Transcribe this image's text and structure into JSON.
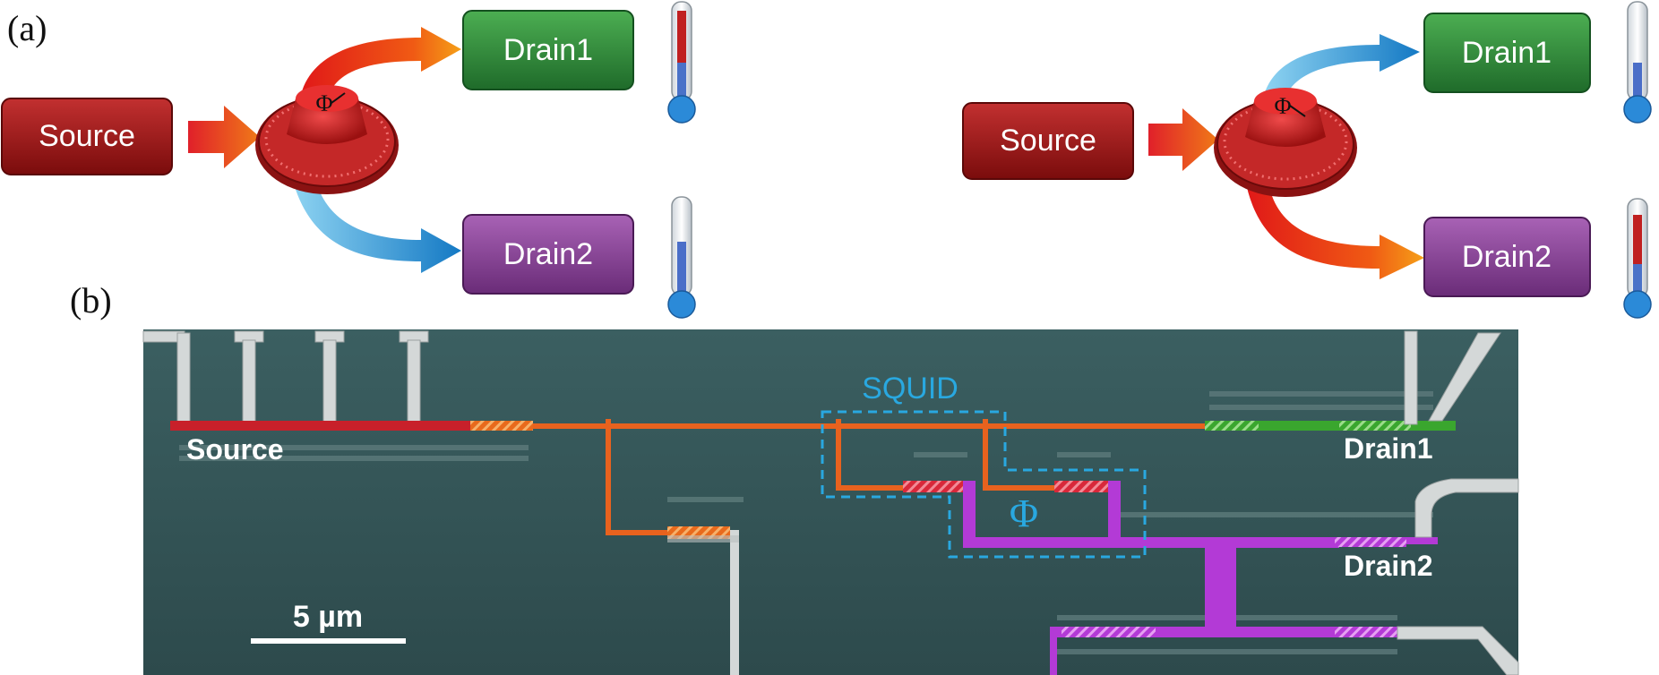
{
  "panel_a": {
    "label": "(a)",
    "left": {
      "source": "Source",
      "drain1": "Drain1",
      "drain2": "Drain2",
      "phi": "Φ"
    },
    "right": {
      "source": "Source",
      "drain1": "Drain1",
      "drain2": "Drain2",
      "phi": "Φ"
    }
  },
  "panel_b": {
    "label": "(b)",
    "source": "Source",
    "drain1": "Drain1",
    "drain2": "Drain2",
    "squid": "SQUID",
    "phi": "Φ",
    "scale_bar": "5 µm"
  },
  "colors": {
    "source": "#9b1414",
    "drain1": "#2e8b3a",
    "drain2": "#8a3f9a",
    "hot_arrow": "#e02a1a",
    "cold_arrow": "#1e90d6",
    "sem_background": "#3a5a5c",
    "squid_dash": "#29a8e0",
    "orange_wire": "#e8621e",
    "purple_wire": "#b33ad6",
    "green_wire": "#3aa62e"
  }
}
